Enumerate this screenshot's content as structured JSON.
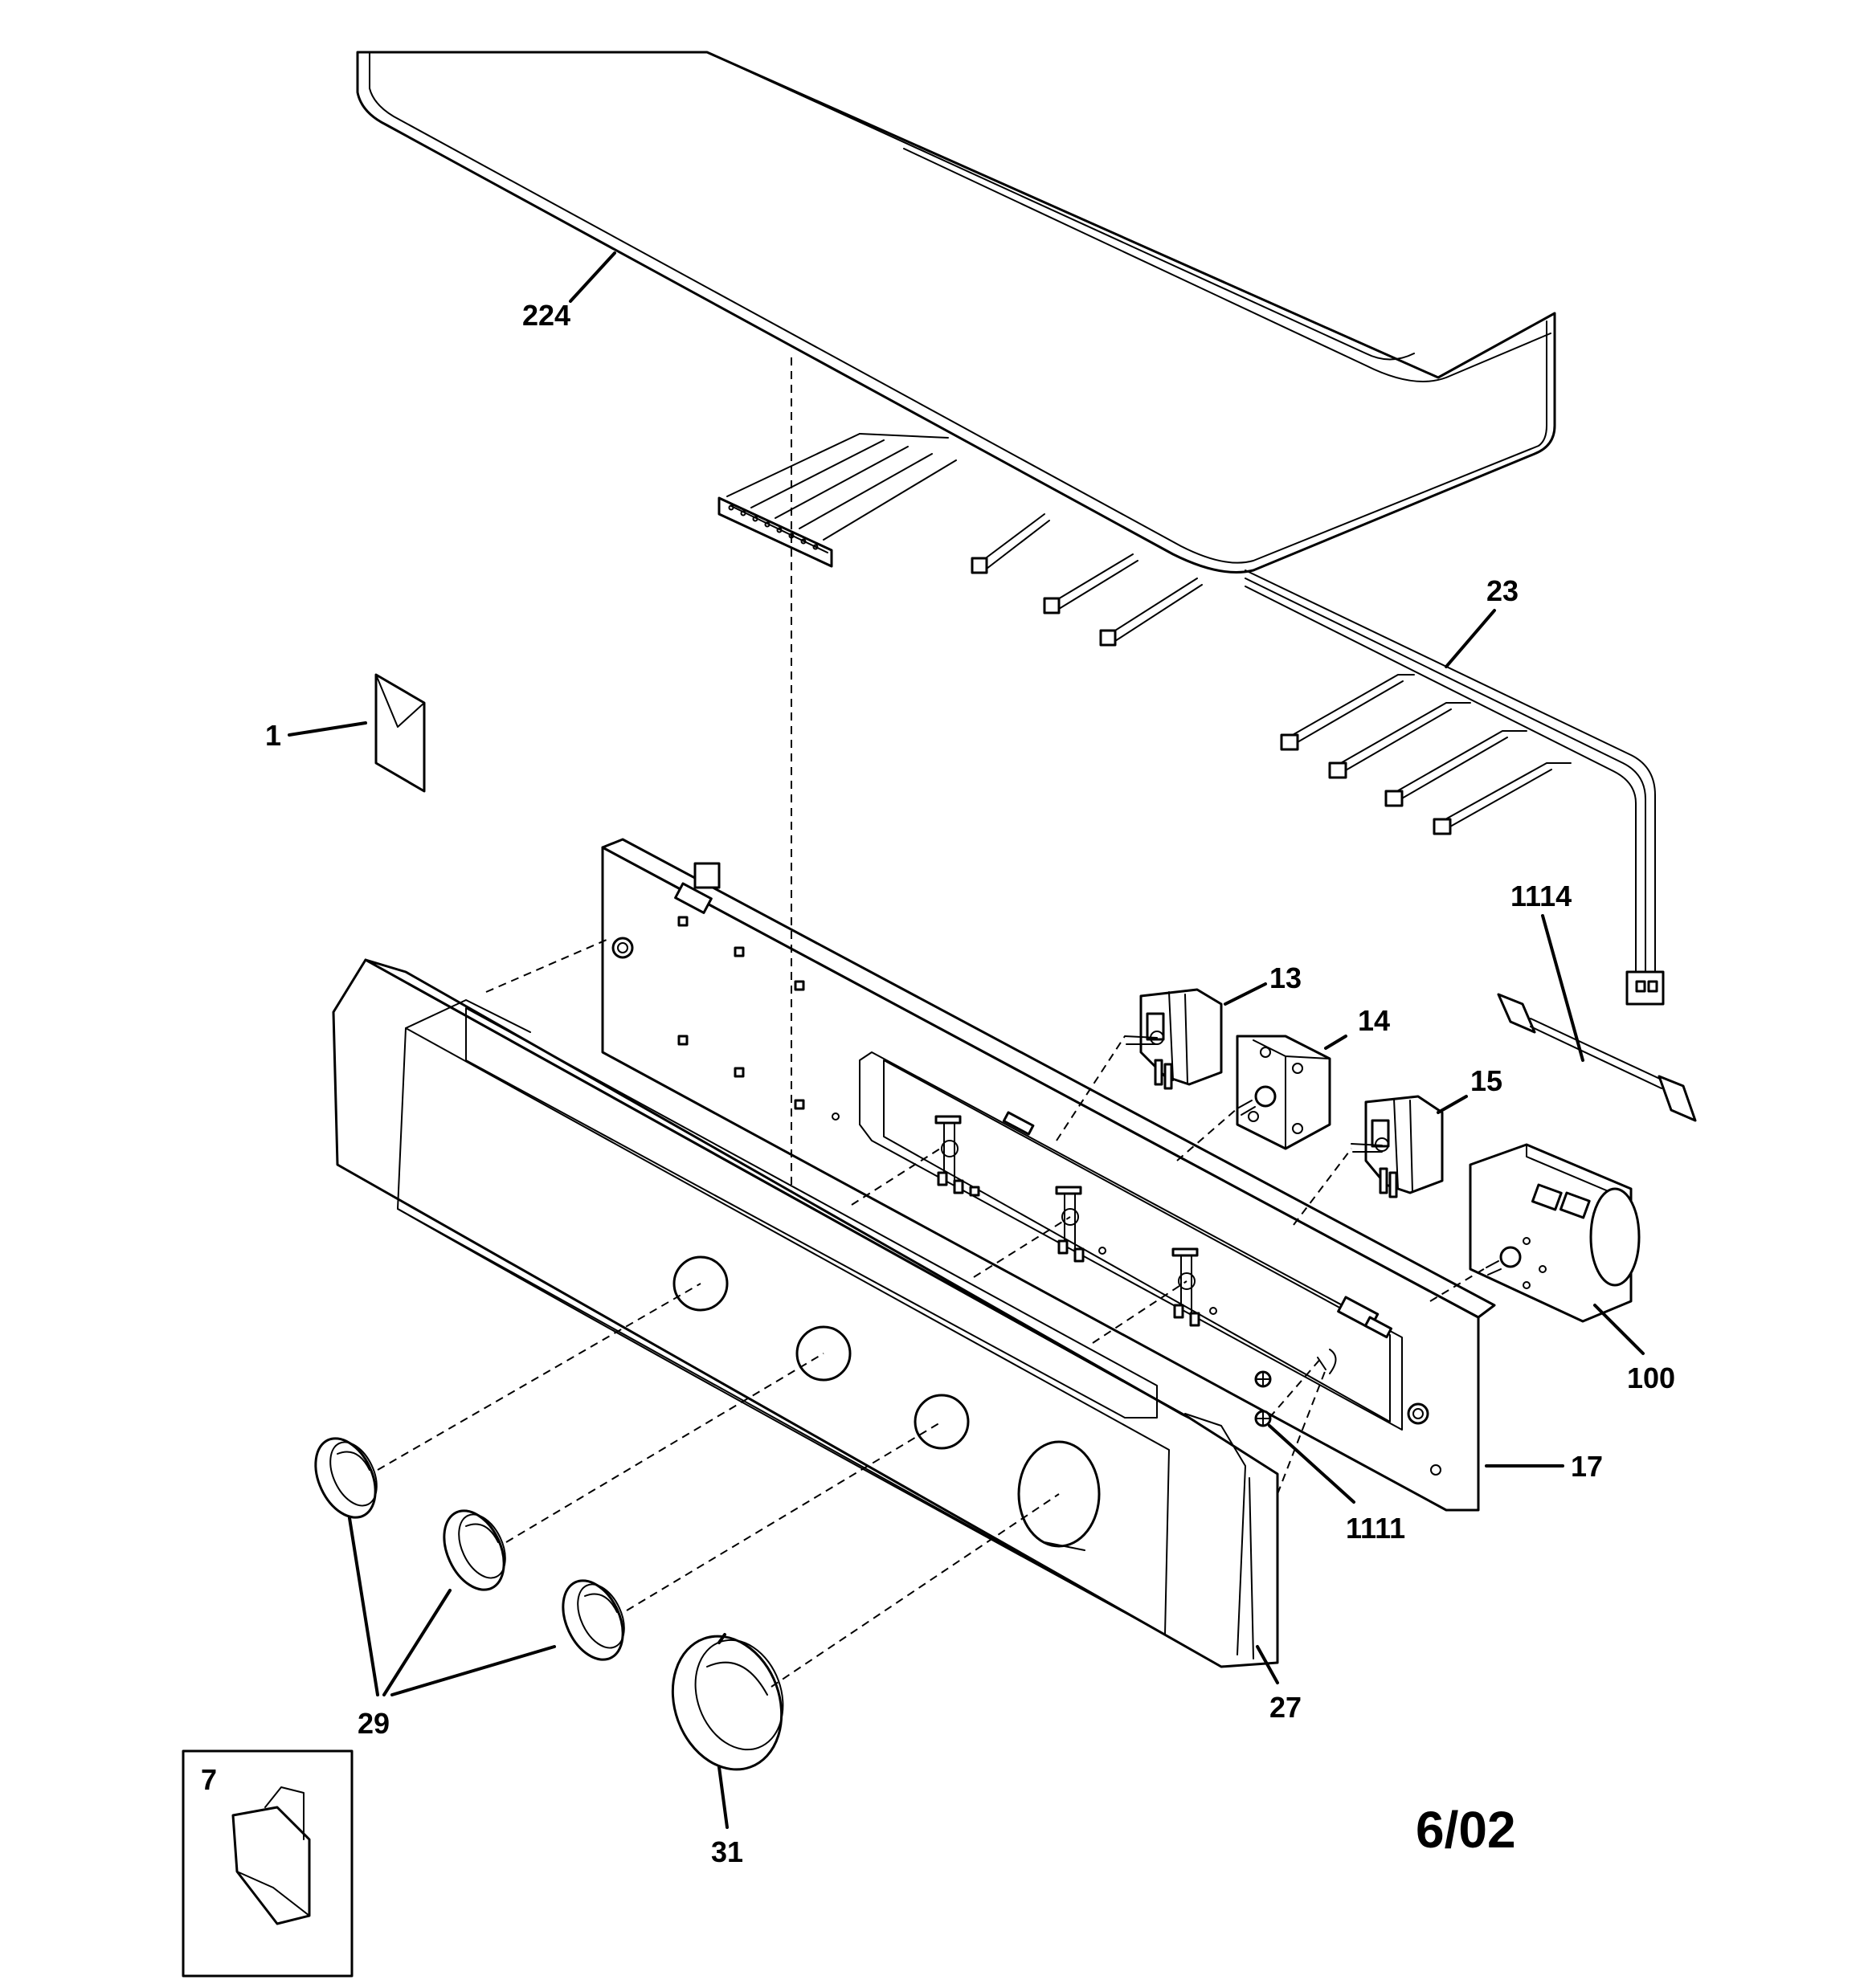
{
  "diagram": {
    "labels": {
      "p224": "224",
      "p23": "23",
      "p1": "1",
      "p1114": "1114",
      "p13": "13",
      "p14": "14",
      "p15": "15",
      "p100": "100",
      "p17": "17",
      "p1111": "1111",
      "p27": "27",
      "p29": "29",
      "p31": "31",
      "p7": "7"
    },
    "date_code": "6/02"
  }
}
